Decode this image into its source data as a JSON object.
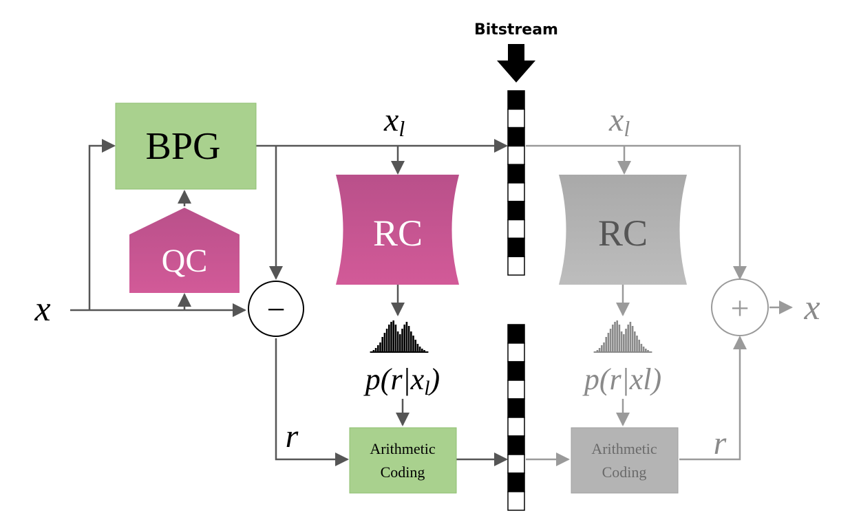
{
  "bitstream_label": "Bitstream",
  "encoder": {
    "input_label": "x",
    "bpg_label": "BPG",
    "qc_label": "QC",
    "xl_label_main": "x",
    "xl_label_sub": "l",
    "rc_label": "RC",
    "prob_label_prefix": "p(r|x",
    "prob_label_sub": "l",
    "prob_label_suffix": ")",
    "residual_label": "r",
    "ac_line1": "Arithmetic",
    "ac_line2": "Coding",
    "minus_symbol": "−"
  },
  "decoder": {
    "xl_label_main": "x",
    "xl_label_sub": "l",
    "rc_label": "RC",
    "prob_label": "p(r|xl)",
    "residual_label": "r",
    "ac_line1": "Arithmetic",
    "ac_line2": "Coding",
    "plus_symbol": "+",
    "output_label": "x"
  },
  "colors": {
    "green": "#a9d18e",
    "magenta": "#c4508b",
    "gray_block": "#b4b4b4",
    "dark_line": "#555555",
    "light_line": "#9a9a9a",
    "gray_text": "#8a8a8a"
  },
  "icons": {
    "histogram_encoder": "histogram-icon",
    "histogram_decoder": "histogram-icon",
    "bitstream_arrow": "down-arrow-icon"
  }
}
